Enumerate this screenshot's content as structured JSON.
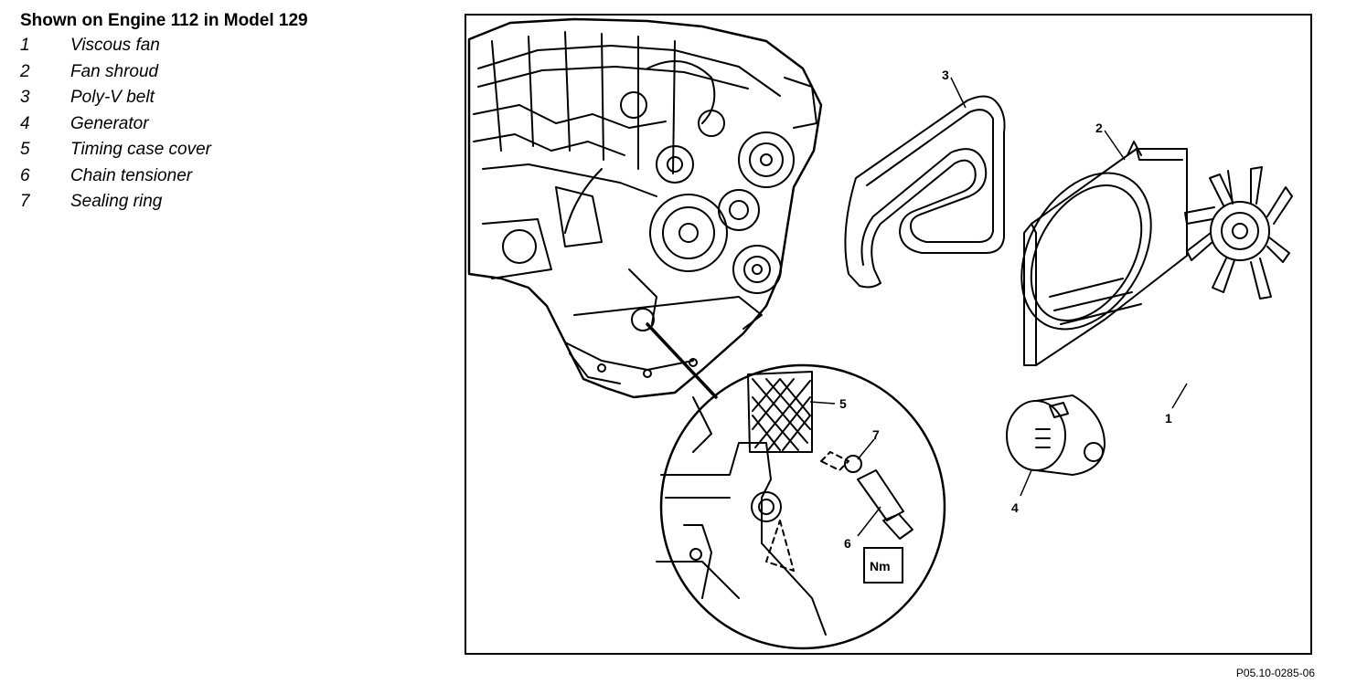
{
  "legend": {
    "title": "Shown on Engine 112 in Model 129",
    "items": [
      {
        "num": "1",
        "text": "Viscous fan"
      },
      {
        "num": "2",
        "text": "Fan shroud"
      },
      {
        "num": "3",
        "text": "Poly-V belt"
      },
      {
        "num": "4",
        "text": "Generator"
      },
      {
        "num": "5",
        "text": "Timing case cover"
      },
      {
        "num": "6",
        "text": "Chain tensioner"
      },
      {
        "num": "7",
        "text": "Sealing ring"
      }
    ]
  },
  "illustration": {
    "callouts": {
      "c1": "1",
      "c2": "2",
      "c3": "3",
      "c4": "4",
      "c5": "5",
      "c6": "6",
      "c7": "7"
    },
    "torque_label": "Nm"
  },
  "figure_code": "P05.10-0285-06"
}
